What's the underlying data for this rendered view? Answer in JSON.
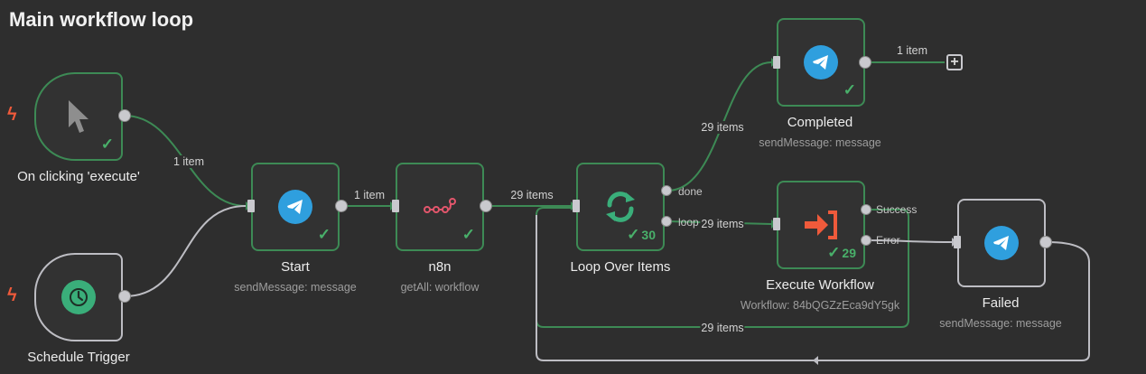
{
  "canvas": {
    "title": "Main workflow loop"
  },
  "nodes": {
    "click_trigger": {
      "name": "On clicking 'execute'",
      "icon": "cursor-icon"
    },
    "schedule_trigger": {
      "name": "Schedule Trigger",
      "icon": "clock-icon"
    },
    "start": {
      "name": "Start",
      "subtitle": "sendMessage: message",
      "icon": "telegram-icon"
    },
    "n8n": {
      "name": "n8n",
      "subtitle": "getAll: workflow",
      "icon": "n8n-logo-icon"
    },
    "loop": {
      "name": "Loop Over Items",
      "subtitle": "",
      "icon": "loop-icon",
      "count": "30",
      "outputs": [
        "done",
        "loop"
      ]
    },
    "completed": {
      "name": "Completed",
      "subtitle": "sendMessage: message",
      "icon": "telegram-icon"
    },
    "execute": {
      "name": "Execute Workflow",
      "subtitle": "Workflow: 84bQGZzEca9dY5gk",
      "icon": "execute-workflow-icon",
      "count": "29",
      "outputs": [
        "Success",
        "Error"
      ]
    },
    "failed": {
      "name": "Failed",
      "subtitle": "sendMessage: message",
      "icon": "telegram-icon"
    }
  },
  "connections": {
    "click_to_start": "1 item",
    "start_to_n8n": "1 item",
    "n8n_to_loop": "29 items",
    "loop_done_to_completed": "29 items",
    "loop_loop_to_execute": "29 items",
    "completed_out": "1 item",
    "execute_back_to_loop": "29 items"
  },
  "colors": {
    "success": "#49b06a",
    "edge": "#3d8a55",
    "trigger_bolt": "#ef5a3b",
    "telegram": "#2f9fde",
    "n8n_logo": "#e3566c",
    "execute_icon": "#ef5a3b"
  }
}
